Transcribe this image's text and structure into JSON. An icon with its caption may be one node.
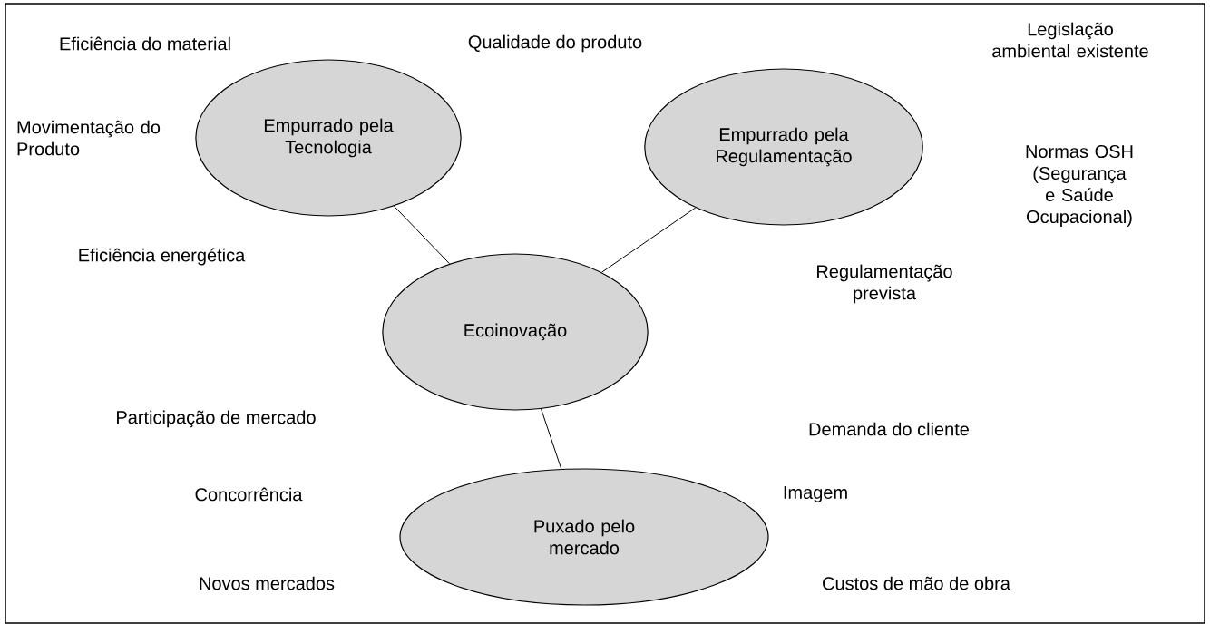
{
  "diagram": {
    "nodes": [
      {
        "text": [
          "Empurrado pela Tecnologia"
        ]
      },
      {
        "text": [
          "Empurrado pela Regulamentação"
        ]
      },
      {
        "text": [
          "Ecoinovação"
        ]
      },
      {
        "text": [
          "Puxado pelo mercado"
        ]
      }
    ],
    "edges": [
      {
        "from": 0,
        "to": 2,
        "arrow": "none"
      },
      {
        "from": 1,
        "to": 2,
        "arrow": "none"
      },
      {
        "from": 2,
        "to": 3,
        "arrow": "none"
      }
    ],
    "labels": [
      "Eficiência do material",
      "Qualidade do produto",
      "Legislação ambiental existente",
      "Movimentação do Produto",
      "Normas OSH (Segurança e Saúde Ocupacional)",
      "Eficiência energética",
      "Regulamentação prevista",
      "Participação de mercado",
      "Demanda do cliente",
      "Concorrência",
      "Imagem",
      "Novos mercados",
      "Custos de mão de obra"
    ]
  }
}
